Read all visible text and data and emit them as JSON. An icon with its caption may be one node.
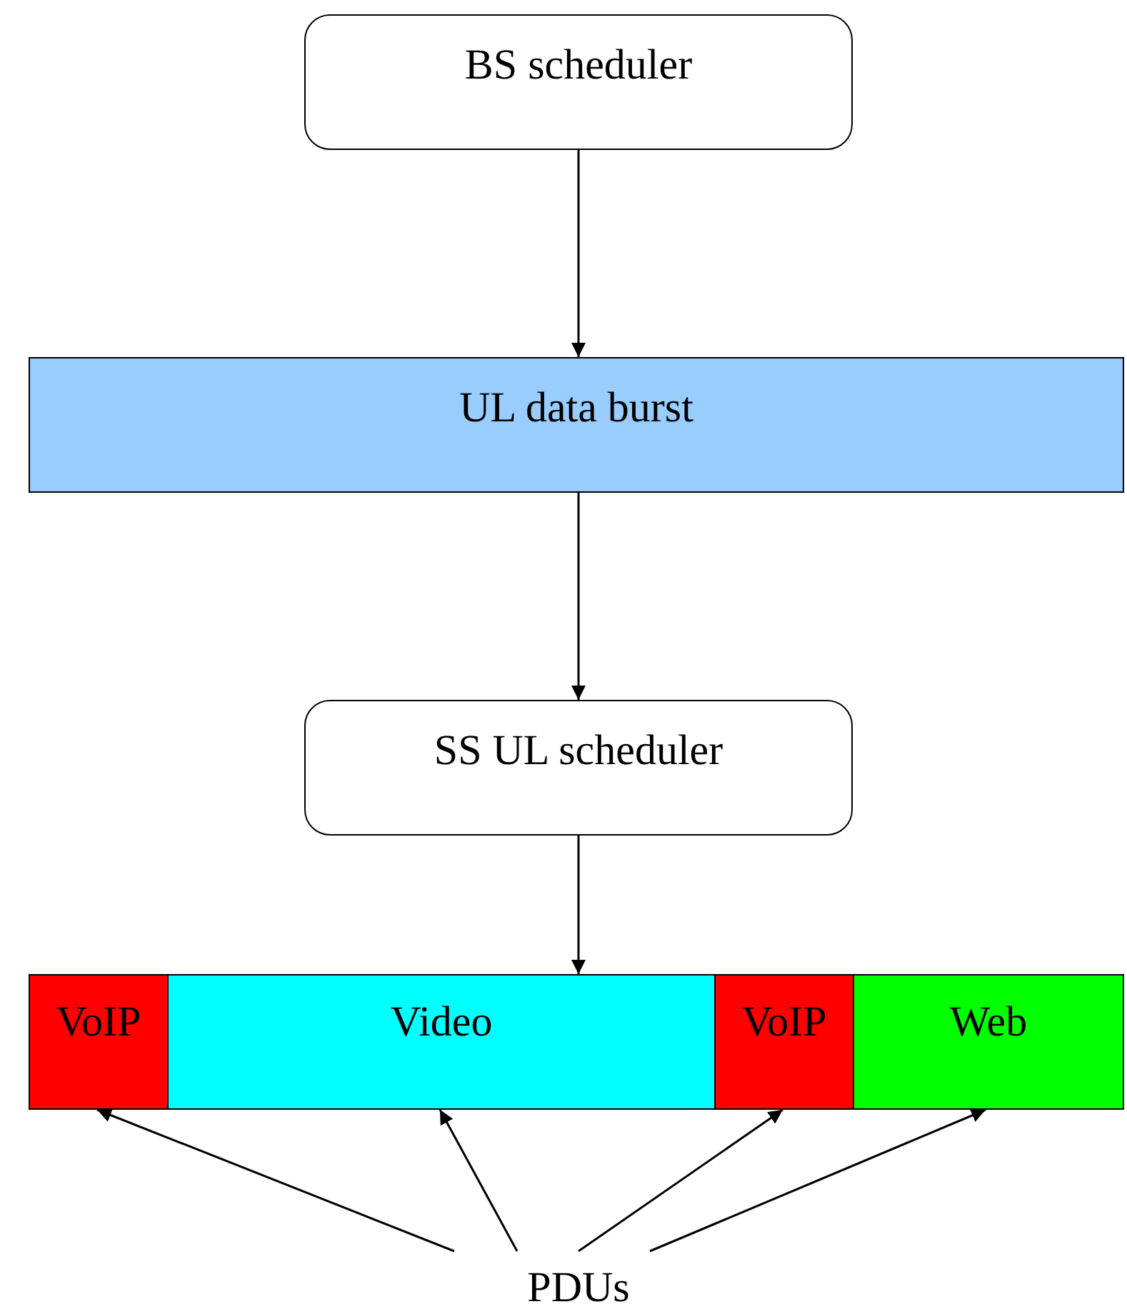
{
  "diagram": {
    "nodes": [
      {
        "text": [
          "BS scheduler"
        ]
      },
      {
        "text": [
          "UL data burst"
        ]
      },
      {
        "text": [
          "SS UL scheduler"
        ]
      },
      {
        "text": [
          "VoIP"
        ]
      },
      {
        "text": [
          "Video"
        ]
      },
      {
        "text": [
          "VoIP"
        ]
      },
      {
        "text": [
          "Web"
        ]
      },
      {
        "text": [
          "PDUs"
        ]
      }
    ],
    "edges": [
      {
        "from": 0,
        "to": 1,
        "arrow": "to"
      },
      {
        "from": 1,
        "to": 2,
        "arrow": "to"
      },
      {
        "from": 2,
        "to": 4,
        "arrow": "to"
      },
      {
        "from": 7,
        "to": 3,
        "arrow": "to"
      },
      {
        "from": 7,
        "to": 4,
        "arrow": "to"
      },
      {
        "from": 7,
        "to": 5,
        "arrow": "to"
      },
      {
        "from": 7,
        "to": 6,
        "arrow": "to"
      }
    ]
  }
}
